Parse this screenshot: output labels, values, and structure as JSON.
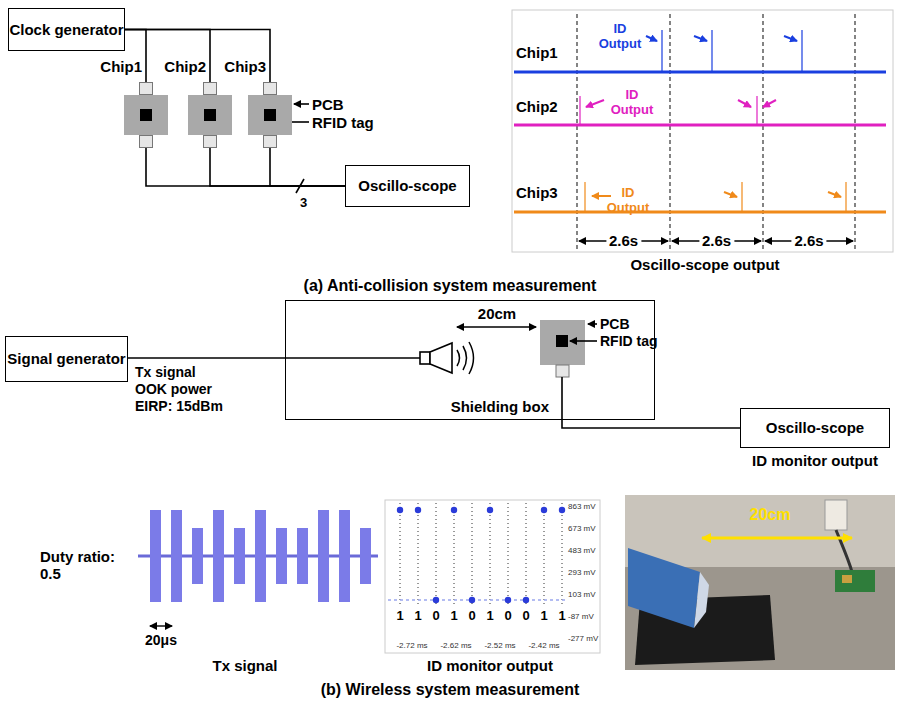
{
  "diagram": {
    "nodes": [
      {
        "text": [
          "Clock generator"
        ]
      },
      {
        "text": [
          "Chip1"
        ]
      },
      {
        "text": [
          "Chip2"
        ]
      },
      {
        "text": [
          "Chip3"
        ]
      },
      {
        "text": [
          "Oscillo-scope"
        ]
      },
      {
        "text": [
          "Signal generator"
        ]
      },
      {
        "text": [
          "Shielding box"
        ]
      },
      {
        "text": [
          "Oscillo-scope"
        ]
      }
    ],
    "edges": [
      {
        "from": 0,
        "to": 1,
        "arrow": "none"
      },
      {
        "from": 0,
        "to": 2,
        "arrow": "none"
      },
      {
        "from": 0,
        "to": 3,
        "arrow": "none"
      },
      {
        "from": 1,
        "to": 4,
        "arrow": "none"
      },
      {
        "from": 2,
        "to": 4,
        "arrow": "none"
      },
      {
        "from": 3,
        "to": 4,
        "arrow": "none"
      }
    ],
    "labels": [
      "PCB",
      "RFID tag",
      "3",
      "Chip1",
      "ID Output",
      "Chip2",
      "ID Output",
      "Chip3",
      "ID Output",
      "2.6s",
      "2.6s",
      "2.6s",
      "Oscillo-scope output",
      "(a) Anti-collision system measurement",
      "Tx signal",
      "OOK power",
      "EIRP: 15dBm",
      "20cm",
      "PCB",
      "RFID tag",
      "ID monitor output",
      "Duty ratio: 0.5",
      "20μs",
      "Tx signal",
      "1",
      "1",
      "0",
      "1",
      "0",
      "1",
      "0",
      "0",
      "1",
      "1",
      "ID monitor output",
      "20cm",
      "(b) Wireless system measurement",
      "863 mV",
      "673 mV",
      "483 mV",
      "293 mV",
      "103 mV",
      "-87 mV",
      "-277 mV",
      "-2.72 ms",
      "-2.62 ms",
      "-2.52 ms",
      "-2.42 ms"
    ]
  }
}
